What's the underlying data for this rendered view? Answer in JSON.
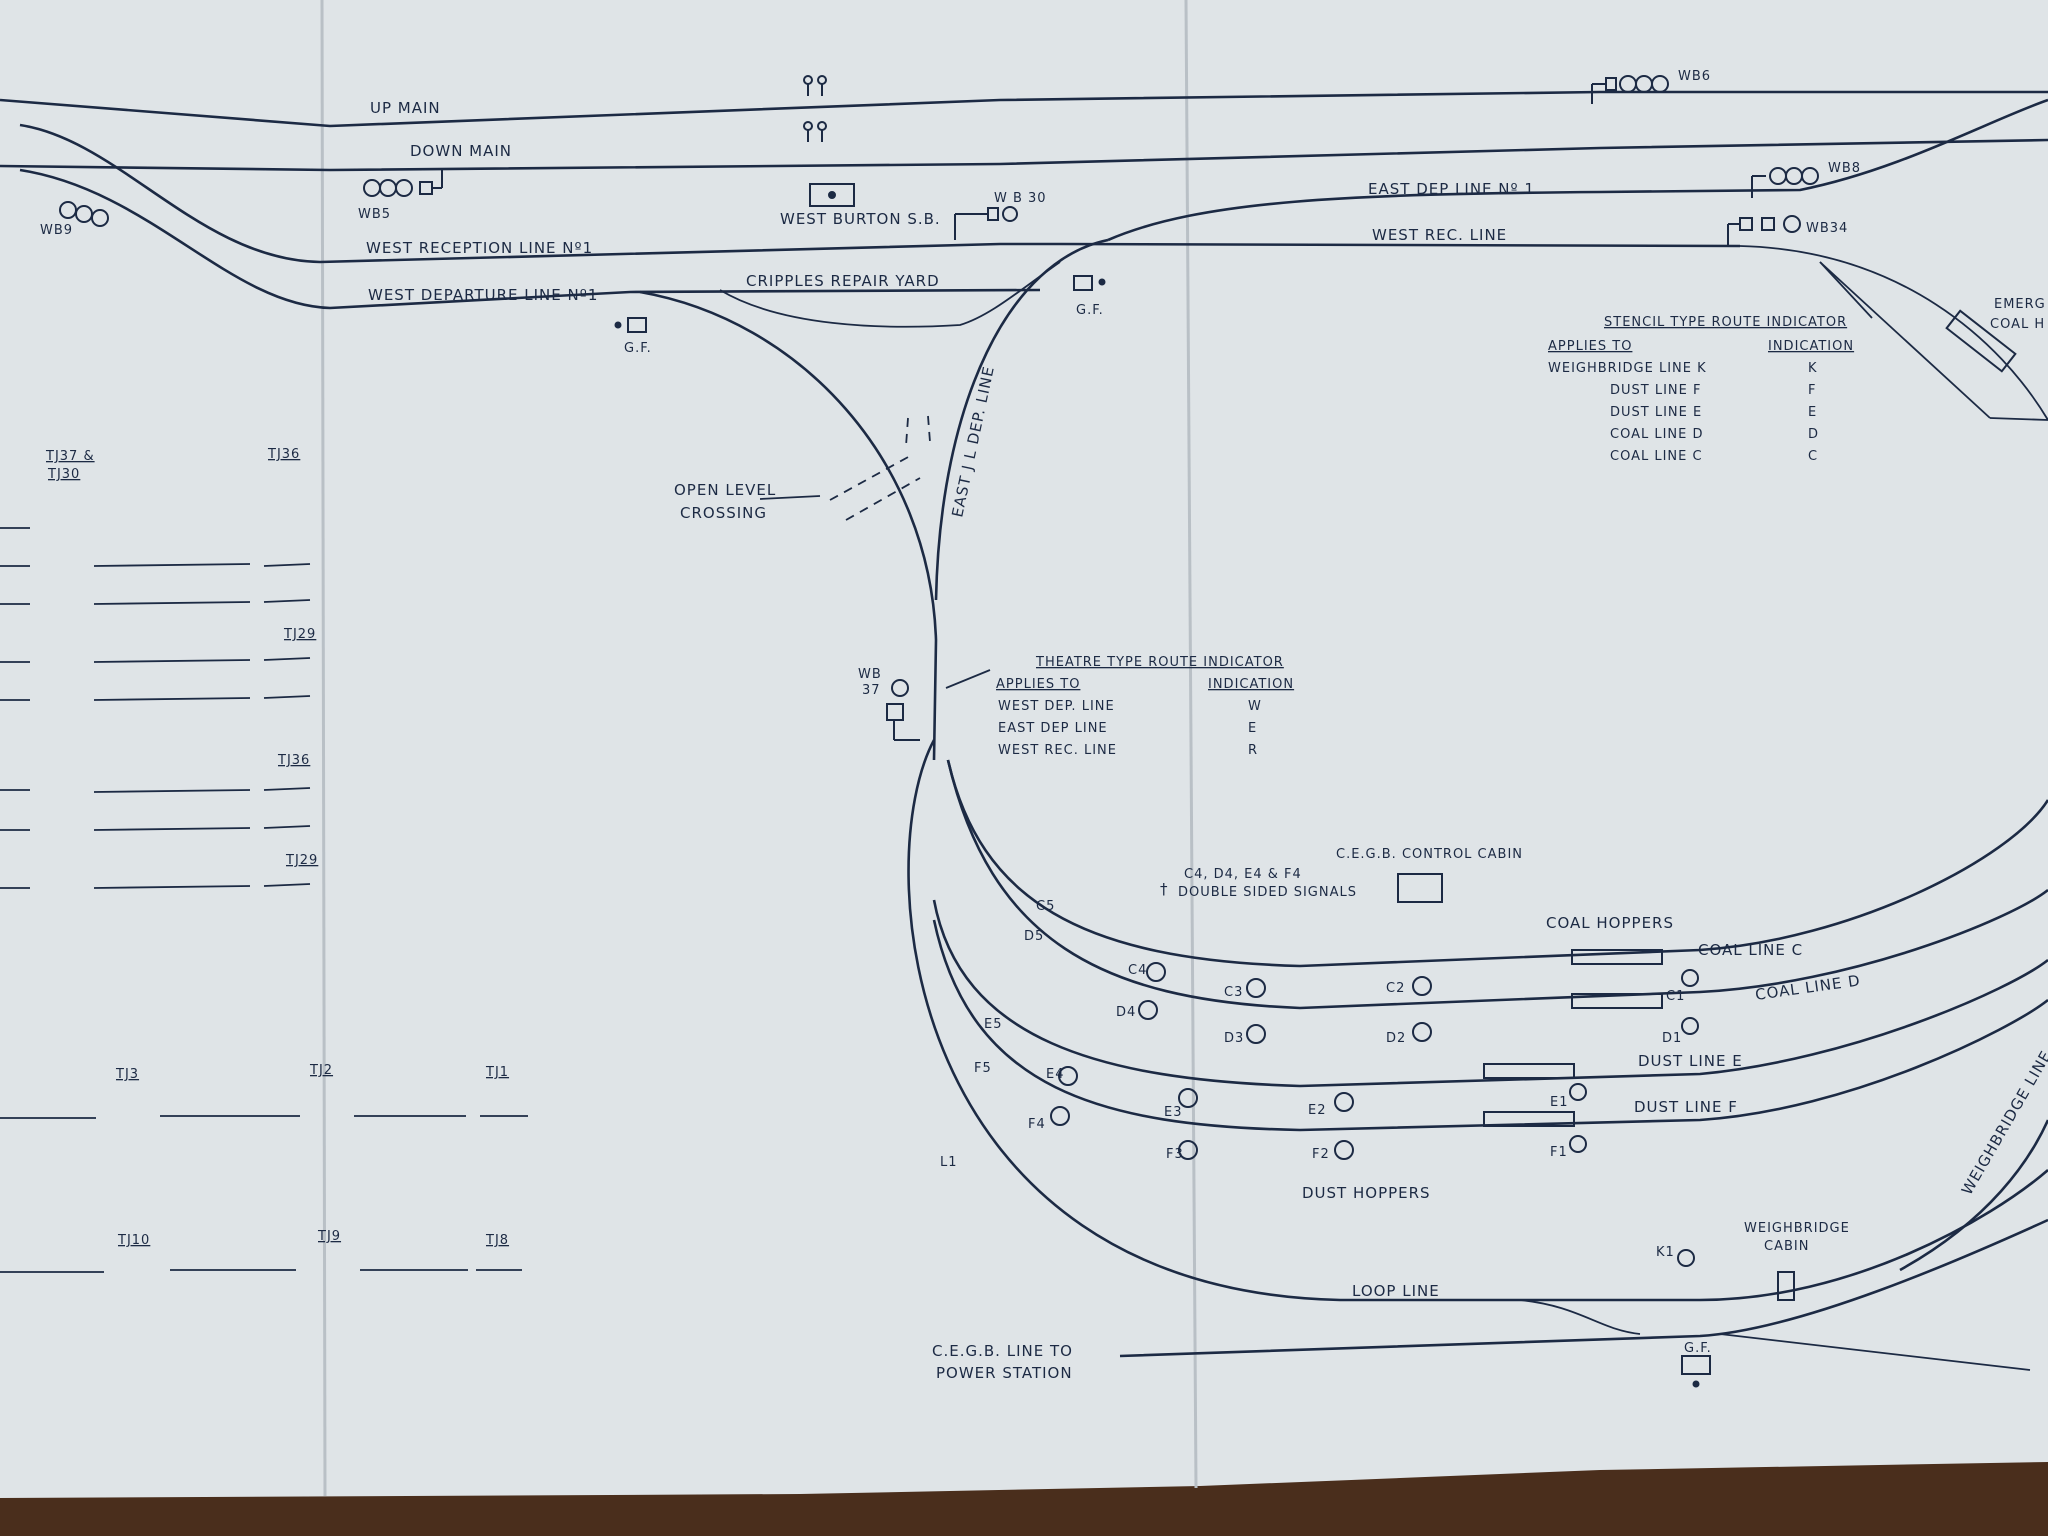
{
  "tracks": {
    "up_main": "UP  MAIN",
    "down_main": "DOWN  MAIN",
    "west_reception": "WEST  RECEPTION   LINE  Nº1",
    "west_departure": "WEST  DEPARTURE  LINE  Nº1",
    "cripples_yard": "CRIPPLES  REPAIR  YARD",
    "east_dep_1": "EAST  DEP  LINE  Nº 1",
    "west_rec": "WEST  REC.  LINE",
    "east_jl_dep": "EAST  J  L  DEP.  LINE",
    "open_crossing_1": "OPEN  LEVEL",
    "open_crossing_2": "CROSSING",
    "coal_c": "COAL  LINE  C",
    "coal_d": "COAL  LINE  D",
    "dust_e": "DUST  LINE  E",
    "dust_f": "DUST  LINE  F",
    "loop": "LOOP  LINE",
    "cegb_1": "C.E.G.B.  LINE  TO",
    "cegb_2": "POWER  STATION",
    "weighbridge_line": "WEIGHBRIDGE  LINE",
    "emerg_1": "EMERG",
    "emerg_2": "COAL  H"
  },
  "buildings": {
    "west_burton_sb": "WEST  BURTON  S.B.",
    "cegb_cabin": "C.E.G.B.  CONTROL  CABIN",
    "coal_hoppers": "COAL  HOPPERS",
    "dust_hoppers": "DUST  HOPPERS",
    "weighbridge_cabin_1": "WEIGHBRIDGE",
    "weighbridge_cabin_2": "CABIN"
  },
  "signals": {
    "wb5": "WB5",
    "wb9": "WB9",
    "wb30": "W B 30",
    "wb6": "WB6",
    "wb8": "WB8",
    "wb34": "WB34",
    "wb37_1": "WB",
    "wb37_2": "37",
    "gf1": "G.F.",
    "gf2": "G.F.",
    "gf3": "G.F.",
    "c5": "C5",
    "d5": "D5",
    "e5": "E5",
    "f5": "F5",
    "c4": "C4",
    "d4": "D4",
    "e4": "E4",
    "f4": "F4",
    "c3": "C3",
    "d3": "D3",
    "e3": "E3",
    "f3": "F3",
    "c2": "C2",
    "d2": "D2",
    "e2": "E2",
    "f2": "F2",
    "c1": "C1",
    "d1": "D1",
    "e1": "E1",
    "f1": "F1",
    "k1": "K1",
    "l1": "L1",
    "dagger": "†",
    "double_sided_1": "C4, D4, E4  &  F4",
    "double_sided_2": "DOUBLE  SIDED  SIGNALS"
  },
  "theatre_indicator": {
    "title": "THEATRE  TYPE  ROUTE  INDICATOR",
    "col1": "APPLIES    TO",
    "col2": "INDICATION",
    "rows": [
      {
        "line": "WEST  DEP.  LINE",
        "ind": "W"
      },
      {
        "line": "EAST  DEP  LINE",
        "ind": "E"
      },
      {
        "line": "WEST  REC.  LINE",
        "ind": "R"
      }
    ]
  },
  "stencil_indicator": {
    "title": "STENCIL  TYPE  ROUTE  INDICATOR",
    "col1": "APPLIES  TO",
    "col2": "INDICATION",
    "rows": [
      {
        "line": "WEIGHBRIDGE  LINE  K",
        "ind": "K"
      },
      {
        "line": "DUST  LINE  F",
        "ind": "F"
      },
      {
        "line": "DUST  LINE  E",
        "ind": "E"
      },
      {
        "line": "COAL  LINE  D",
        "ind": "D"
      },
      {
        "line": "COAL  LINE  C",
        "ind": "C"
      }
    ]
  },
  "legend": {
    "tj37_1": "TJ37  &",
    "tj37_2": "TJ30",
    "tj36a": "TJ36",
    "tj29a": "TJ29",
    "tj36b": "TJ36",
    "tj29b": "TJ29",
    "tj3": "TJ3",
    "tj2": "TJ2",
    "tj1": "TJ1",
    "tj10": "TJ10",
    "tj9": "TJ9",
    "tj8": "TJ8"
  },
  "colors": {
    "paper": "#dfe4e7",
    "ink": "#1c2a44",
    "table": "#4a2e1c"
  }
}
